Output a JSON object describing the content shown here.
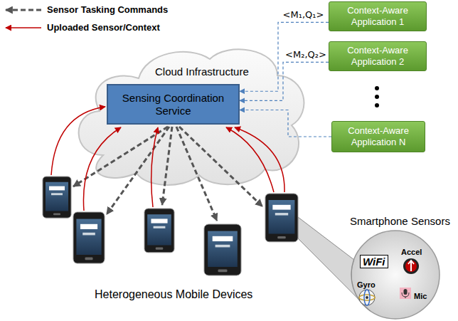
{
  "diagram": {
    "nodes": [
      {
        "text": [
          "Cloud Infrastructure"
        ]
      },
      {
        "text": [
          "Sensing Coordination Service"
        ],
        "in": 0
      },
      {
        "text": [
          "Context-Aware Application 1"
        ]
      },
      {
        "text": [
          "Context-Aware Application 2"
        ]
      },
      {
        "text": [
          "Context-Aware Application N"
        ]
      },
      {
        "text": [
          "Smartphone Sensors",
          "WiFi",
          "Accel",
          "Gyro",
          "Mic"
        ]
      }
    ],
    "edges": [
      {
        "from": 2,
        "to": 1,
        "arrow": "to",
        "label": "<M₁,Q₁>"
      },
      {
        "from": 3,
        "to": 1,
        "arrow": "to",
        "label": "<M₂,Q₂>"
      },
      {
        "from": 4,
        "to": 1,
        "arrow": "to"
      }
    ],
    "labels": [
      "Heterogeneous Mobile Devices"
    ],
    "legend": [
      {
        "text": "Sensor Tasking Commands"
      },
      {
        "text": "Uploaded Sensor/Context"
      }
    ]
  }
}
